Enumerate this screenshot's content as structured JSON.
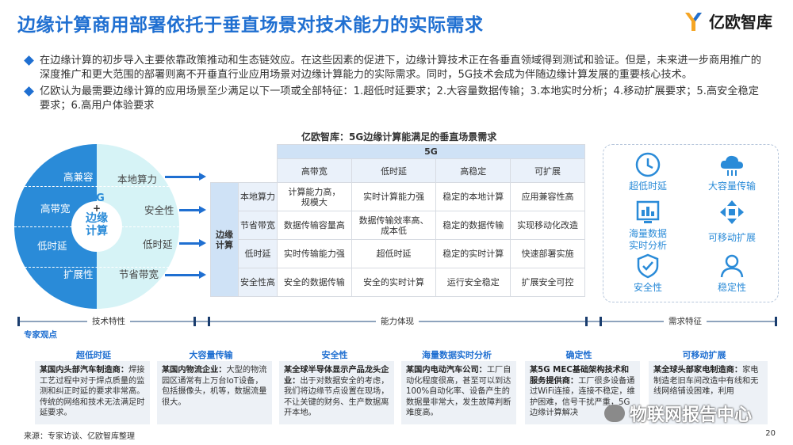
{
  "title": "边缘计算商用部署依托于垂直场景对技术能力的实际需求",
  "logo": {
    "text": "亿欧智库"
  },
  "bullets": [
    "在边缘计算的初步导入主要依靠政策推动和生态链效应。在这些因素的促进下，边缘计算技术正在各垂直领域得到测试和验证。但是，未来进一步商用推广的深度推广和更大范围的部署则离不开垂直行业应用场景对边缘计算能力的实际需求。同时，5G技术会成为伴随边缘计算发展的重要核心技术。",
    "亿欧认为最需要边缘计算的应用场景至少满足以下一项或全部特征：1.超低时延要求；2.大容量数据传输；3.本地实时分析；4.移动扩展要求；5.高安全稳定要求；6.高用户体验要求"
  ],
  "table_title": "亿欧智库：5G边缘计算能满足的垂直场景需求",
  "circle": {
    "center_top": "5G",
    "center_plus": "+",
    "center_bottom": "边缘\n计算",
    "left_labels": [
      "高兼容",
      "高带宽",
      "低时延",
      "扩展性"
    ],
    "right_labels": [
      "本地算力",
      "安全性",
      "低时延",
      "节省带宽"
    ]
  },
  "table": {
    "group_top": "5G",
    "group_side": "边缘\n计算",
    "columns": [
      "高带宽",
      "低时延",
      "高稳定",
      "可扩展"
    ],
    "rows": [
      {
        "label": "本地算力",
        "cells": [
          "计算能力高，\n规模大",
          "实时计算能力强",
          "稳定的本地计算",
          "应用兼容性高"
        ]
      },
      {
        "label": "节省带宽",
        "cells": [
          "数据传输容量高",
          "数据传输效率高、\n成本低",
          "稳定的数据传输",
          "实现移动化改造"
        ]
      },
      {
        "label": "低时延",
        "cells": [
          "实时传输能力强",
          "超低时延",
          "稳定的实时计算",
          "快速部署实施"
        ]
      },
      {
        "label": "安全性高",
        "cells": [
          "安全的数据传输",
          "安全的实时计算",
          "运行安全稳定",
          "扩展安全可控"
        ]
      }
    ]
  },
  "features": [
    {
      "label": "超低时延",
      "icon": "clock-icon"
    },
    {
      "label": "大容量传输",
      "icon": "cloud-icon"
    },
    {
      "label": "海量数据\n实时分析",
      "icon": "dashboard-icon"
    },
    {
      "label": "可移动扩展",
      "icon": "move-arrows-icon"
    },
    {
      "label": "安全性",
      "icon": "shield-check-icon"
    },
    {
      "label": "稳定性",
      "icon": "user-icon"
    }
  ],
  "axis_labels": {
    "tech": "技术特性",
    "capability": "能力体现",
    "demand": "需求特征"
  },
  "expert_label": "专家观点",
  "cards": [
    {
      "title": "超低时延",
      "who": "某国内头部汽车制造商：",
      "text": "焊接工艺过程中对于焊点质量的监测和纠正时延的要求非常高。传统的网络和技术无法满足时延要求。"
    },
    {
      "title": "大容量传输",
      "who": "某国内物流企业：",
      "text": "大型的物流园区通常有上万台IoT设备，包括摄像头，机等，数据流量很大。"
    },
    {
      "title": "安全性",
      "who": "某全球半导体显示产品龙头企业：",
      "text": "出于对数据安全的考虑，我们将边缘节点设置在现场，不让关键的财务、生产数据离开本地。"
    },
    {
      "title": "海量数据实时分析",
      "who": "某国内电动汽车公司：",
      "text": "工厂自动化程度很高，甚至可以到达100%自动化率、设备产生的数据量非常大，发生故障判断难度高。"
    },
    {
      "title": "确定性",
      "who": "某5G MEC基础架构技术和服务提供商：",
      "text": "工厂很多设备通过WiFi连接，连接不稳定，维护困难，信号干扰严重，5G边缘计算解决"
    },
    {
      "title": "可移动扩展",
      "who": "某全球头部家电制造商：",
      "text": "家电制造老旧车间改造中有线和无线网络铺设困难，利用"
    }
  ],
  "source": "来源：专家访谈、亿欧智库整理",
  "page_number": "20",
  "watermark": "物联网报告中心",
  "colors": {
    "primary": "#1f6fd1",
    "ring_left": "#2a8bd8",
    "ring_right": "#d6f3f6",
    "header_fill": "#cfe2f6"
  }
}
